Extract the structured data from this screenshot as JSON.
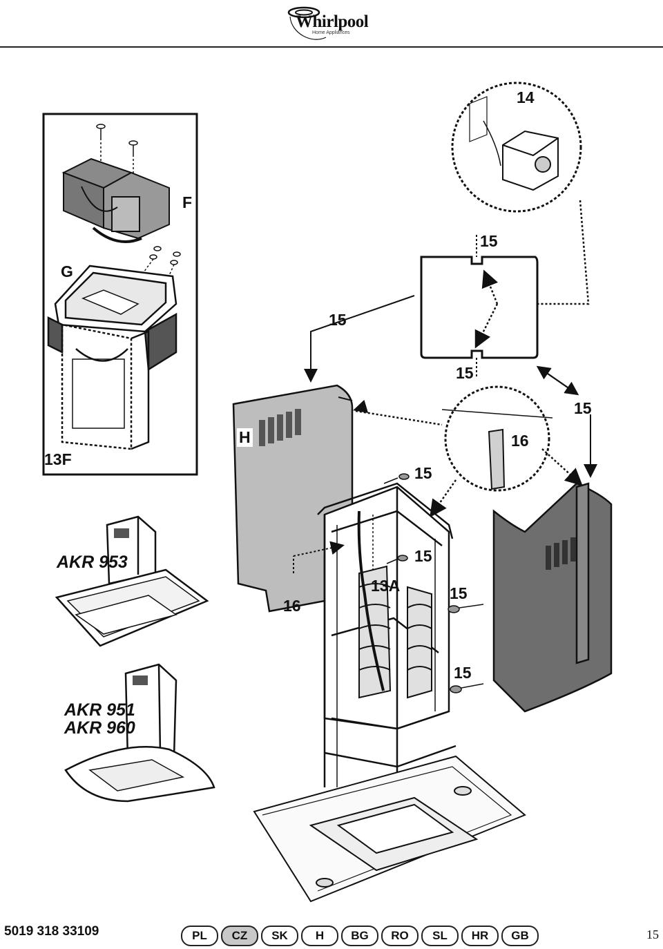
{
  "brand": {
    "name": "Whirlpool",
    "tagline": "Home Appliances"
  },
  "labels": {
    "l14": "14",
    "lF": "F",
    "lG": "G",
    "l15_top": "15",
    "l15_frame_top": "15",
    "l15_frame_bottom": "15",
    "l15_right": "15",
    "l15_screw": "15",
    "l15_mid": "15",
    "l15_side1": "15",
    "l15_side2": "15",
    "lH": "H",
    "l16_circle": "16",
    "l16_low": "16",
    "l13F": "13F",
    "l13A": "13A"
  },
  "models": {
    "m1": "AKR 953",
    "m2": "AKR 951",
    "m3": "AKR 960"
  },
  "footer": {
    "doc_code": "5019 318 33109",
    "page_number": "15",
    "languages": [
      "PL",
      "CZ",
      "SK",
      "H",
      "BG",
      "RO",
      "SL",
      "HR",
      "GB"
    ],
    "active_language": "CZ"
  },
  "colors": {
    "panel_dark": "#6e6e6e",
    "panel_light": "#bdbdbd",
    "ink": "#111111"
  }
}
